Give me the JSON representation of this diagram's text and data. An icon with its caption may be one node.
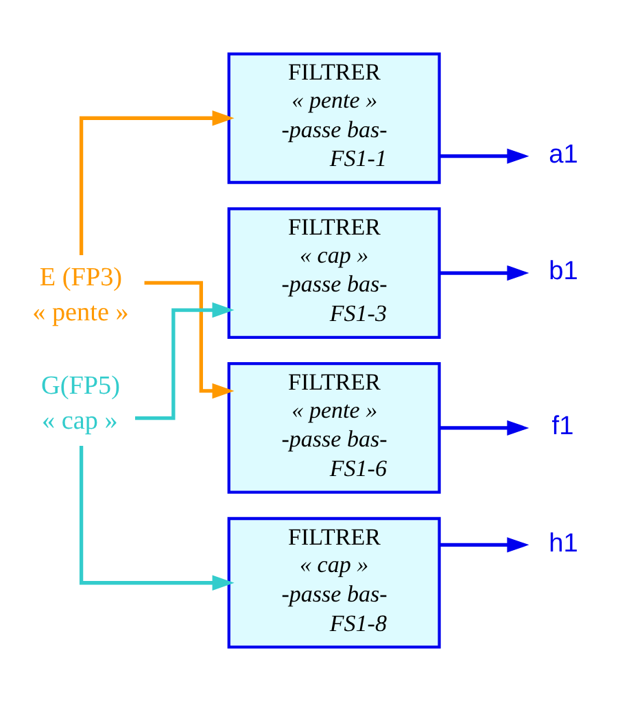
{
  "diagram": {
    "nodes": [
      {
        "text": [
          "E (FP3)",
          "« pente »"
        ]
      },
      {
        "text": [
          "G(FP5)",
          "« cap »"
        ]
      },
      {
        "text": [
          "FILTRER",
          "« pente »",
          "-passe bas-",
          "FS1-1"
        ]
      },
      {
        "text": [
          "FILTRER",
          "« cap »",
          "-passe bas-",
          "FS1-3"
        ]
      },
      {
        "text": [
          "FILTRER",
          "« pente »",
          "-passe bas-",
          "FS1-6"
        ]
      },
      {
        "text": [
          "FILTRER",
          "« cap »",
          "-passe bas-",
          "FS1-8"
        ]
      },
      {
        "text": [
          "a1"
        ]
      },
      {
        "text": [
          "b1"
        ]
      },
      {
        "text": [
          "f1"
        ]
      },
      {
        "text": [
          "h1"
        ]
      }
    ],
    "edges": [
      {
        "from": 0,
        "to": 2,
        "arrow": "to",
        "color": "#ff9900"
      },
      {
        "from": 0,
        "to": 4,
        "arrow": "to",
        "color": "#ff9900"
      },
      {
        "from": 1,
        "to": 3,
        "arrow": "to",
        "color": "#33cccc"
      },
      {
        "from": 1,
        "to": 5,
        "arrow": "to",
        "color": "#33cccc"
      },
      {
        "from": 2,
        "to": 6,
        "arrow": "to"
      },
      {
        "from": 3,
        "to": 7,
        "arrow": "to"
      },
      {
        "from": 4,
        "to": 8,
        "arrow": "to"
      },
      {
        "from": 5,
        "to": 9,
        "arrow": "to"
      }
    ]
  }
}
